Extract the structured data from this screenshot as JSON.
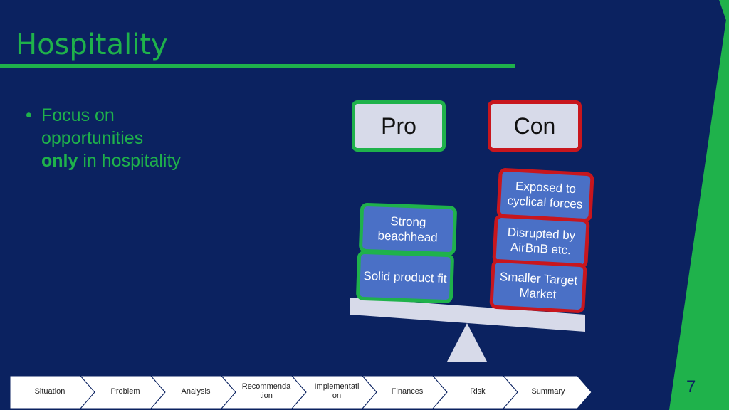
{
  "slide": {
    "title": "Hospitality",
    "page_number": "7",
    "colors": {
      "background": "#0b2260",
      "accent_green": "#1fb24b",
      "accent_red": "#c8161d",
      "block_blue": "#4a70c6"
    }
  },
  "bullets": [
    {
      "pre": "Focus on opportunities",
      "bold": "only",
      "post": "in hospitality"
    }
  ],
  "scale": {
    "pro_label": "Pro",
    "con_label": "Con",
    "pro_items": [
      "Strong beachhead",
      "Solid product fit"
    ],
    "con_items": [
      "Exposed to cyclical forces",
      "Disrupted by AirBnB etc.",
      "Smaller Target Market"
    ]
  },
  "nav": {
    "items": [
      "Situation",
      "Problem",
      "Analysis",
      "Recommenda\ntion",
      "Implementati\non",
      "Finances",
      "Risk",
      "Summary"
    ]
  }
}
